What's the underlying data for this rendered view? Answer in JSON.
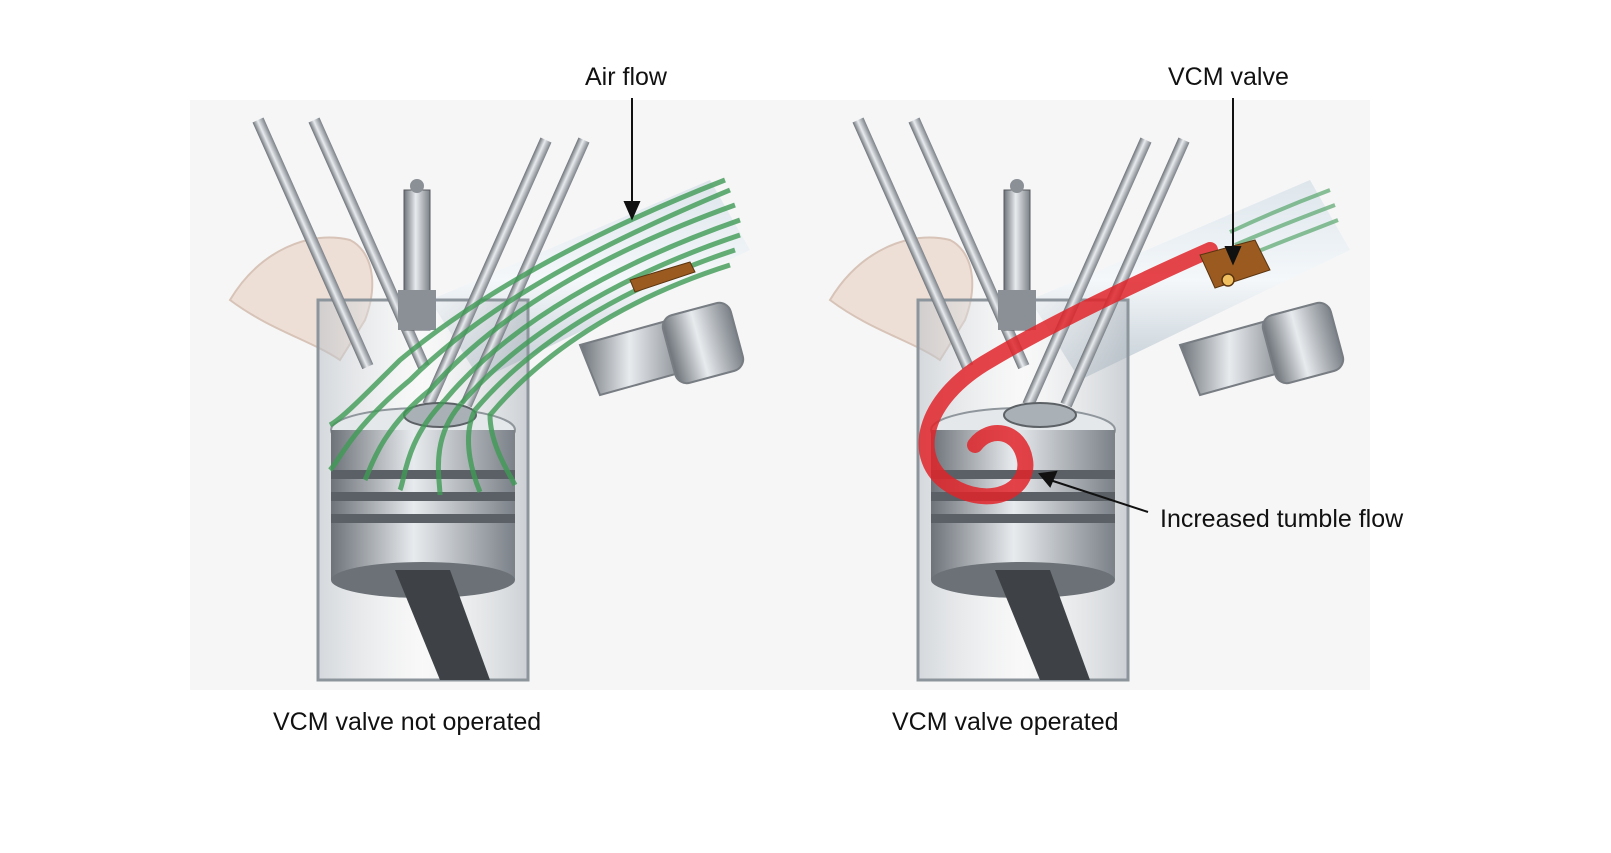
{
  "labels": {
    "air_flow": "Air flow",
    "vcm_valve": "VCM valve",
    "tumble_flow": "Increased tumble flow"
  },
  "captions": {
    "left": "VCM valve not operated",
    "right": "VCM valve operated"
  },
  "colors": {
    "air_flow_green": "#3f9a55",
    "tumble_red": "#e0252a",
    "vcm_valve_brown": "#9a5a20",
    "metal": "#9aa0a6"
  }
}
